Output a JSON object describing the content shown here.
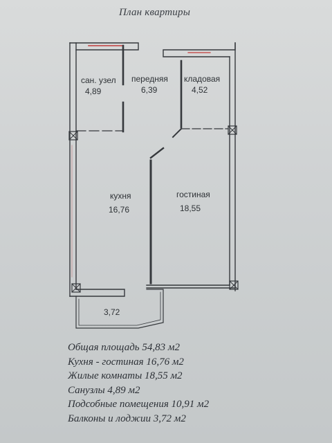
{
  "title": "План квартиры",
  "rooms": {
    "bathroom": {
      "name": "сан. узел",
      "area": "4,89"
    },
    "hall": {
      "name": "передняя",
      "area": "6,39"
    },
    "storage": {
      "name": "кладовая",
      "area": "4,52"
    },
    "kitchen": {
      "name": "кухня",
      "area": "16,76"
    },
    "living": {
      "name": "гостиная",
      "area": "18,55"
    },
    "balcony": {
      "area": "3,72"
    }
  },
  "legend": [
    "Общая площадь  54,83 м2",
    "Кухня - гостиная 16,76 м2",
    "Жилые комнаты 18,55 м2",
    "Санузлы 4,89 м2",
    "Подсобные помещения 10,91 м2",
    "Балконы и лоджии 3,72 м2"
  ],
  "colors": {
    "wall": "#35383c",
    "window": "#c23a3a",
    "ink": "#2e3236",
    "paper": "#d4d7d8"
  }
}
